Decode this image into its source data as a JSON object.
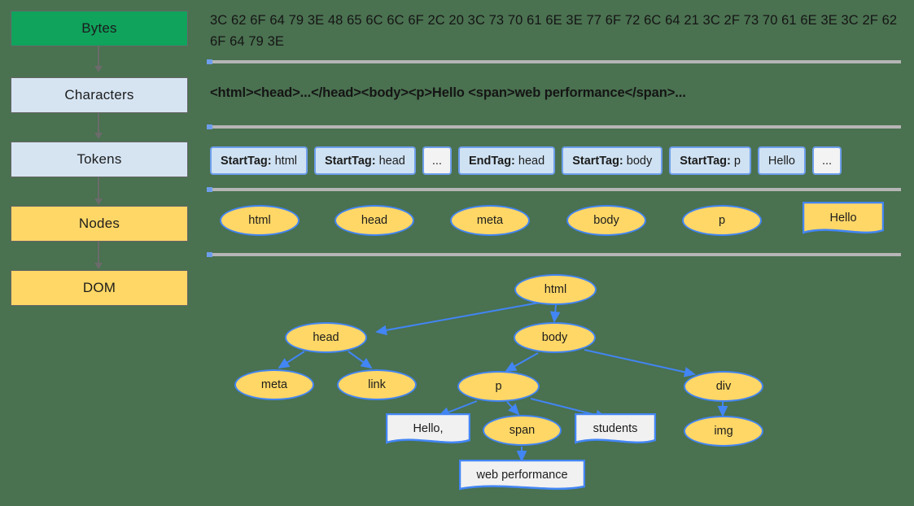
{
  "pipeline": {
    "steps": [
      {
        "label": "Bytes",
        "color": "#0fa35c"
      },
      {
        "label": "Characters",
        "color": "#d6e4f2"
      },
      {
        "label": "Tokens",
        "color": "#d6e4f2"
      },
      {
        "label": "Nodes",
        "color": "#ffd766"
      },
      {
        "label": "DOM",
        "color": "#ffd766"
      }
    ]
  },
  "bytes": {
    "text": "3C 62 6F 64 79 3E 48 65 6C 6C 6F 2C 20 3C 73 70 61 6E 3E 77 6F 72 6C 64 21 3C 2F 73 70 61 6E 3E 3C 2F 62 6F 64 79 3E"
  },
  "characters": {
    "text": "<html><head>...</head><body><p>Hello <span>web performance</span>..."
  },
  "tokens": {
    "items": [
      {
        "kind": "StartTag",
        "value": "html",
        "style": "tag"
      },
      {
        "kind": "StartTag",
        "value": "head",
        "style": "tag"
      },
      {
        "kind": "",
        "value": "...",
        "style": "plain"
      },
      {
        "kind": "EndTag",
        "value": "head",
        "style": "tag"
      },
      {
        "kind": "StartTag",
        "value": "body",
        "style": "tag"
      },
      {
        "kind": "StartTag",
        "value": "p",
        "style": "tag"
      },
      {
        "kind": "",
        "value": "Hello",
        "style": "tag"
      },
      {
        "kind": "",
        "value": "...",
        "style": "plain"
      }
    ]
  },
  "nodes": {
    "items": [
      {
        "label": "html",
        "shape": "ellipse"
      },
      {
        "label": "head",
        "shape": "ellipse"
      },
      {
        "label": "meta",
        "shape": "ellipse"
      },
      {
        "label": "body",
        "shape": "ellipse"
      },
      {
        "label": "p",
        "shape": "ellipse"
      },
      {
        "label": "Hello",
        "shape": "document"
      }
    ]
  },
  "dom_tree": {
    "nodes": [
      {
        "id": "html",
        "label": "html",
        "shape": "ellipse"
      },
      {
        "id": "head",
        "label": "head",
        "shape": "ellipse"
      },
      {
        "id": "body",
        "label": "body",
        "shape": "ellipse"
      },
      {
        "id": "meta",
        "label": "meta",
        "shape": "ellipse"
      },
      {
        "id": "link",
        "label": "link",
        "shape": "ellipse"
      },
      {
        "id": "p",
        "label": "p",
        "shape": "ellipse"
      },
      {
        "id": "div",
        "label": "div",
        "shape": "ellipse"
      },
      {
        "id": "hello",
        "label": "Hello,",
        "shape": "text"
      },
      {
        "id": "span",
        "label": "span",
        "shape": "ellipse"
      },
      {
        "id": "stud",
        "label": "students",
        "shape": "text"
      },
      {
        "id": "img",
        "label": "img",
        "shape": "ellipse"
      },
      {
        "id": "webp",
        "label": "web performance",
        "shape": "text"
      }
    ],
    "edges": [
      {
        "from": "html",
        "to": "head"
      },
      {
        "from": "html",
        "to": "body"
      },
      {
        "from": "head",
        "to": "meta"
      },
      {
        "from": "head",
        "to": "link"
      },
      {
        "from": "body",
        "to": "p"
      },
      {
        "from": "body",
        "to": "div"
      },
      {
        "from": "p",
        "to": "hello"
      },
      {
        "from": "p",
        "to": "span"
      },
      {
        "from": "p",
        "to": "stud"
      },
      {
        "from": "div",
        "to": "img"
      },
      {
        "from": "span",
        "to": "webp"
      }
    ]
  },
  "colors": {
    "background": "#4a7150",
    "green": "#0fa35c",
    "light_blue": "#d6e4f2",
    "yellow": "#ffd766",
    "edge_blue": "#4285f4",
    "divider_gray": "#b6b6b6"
  }
}
